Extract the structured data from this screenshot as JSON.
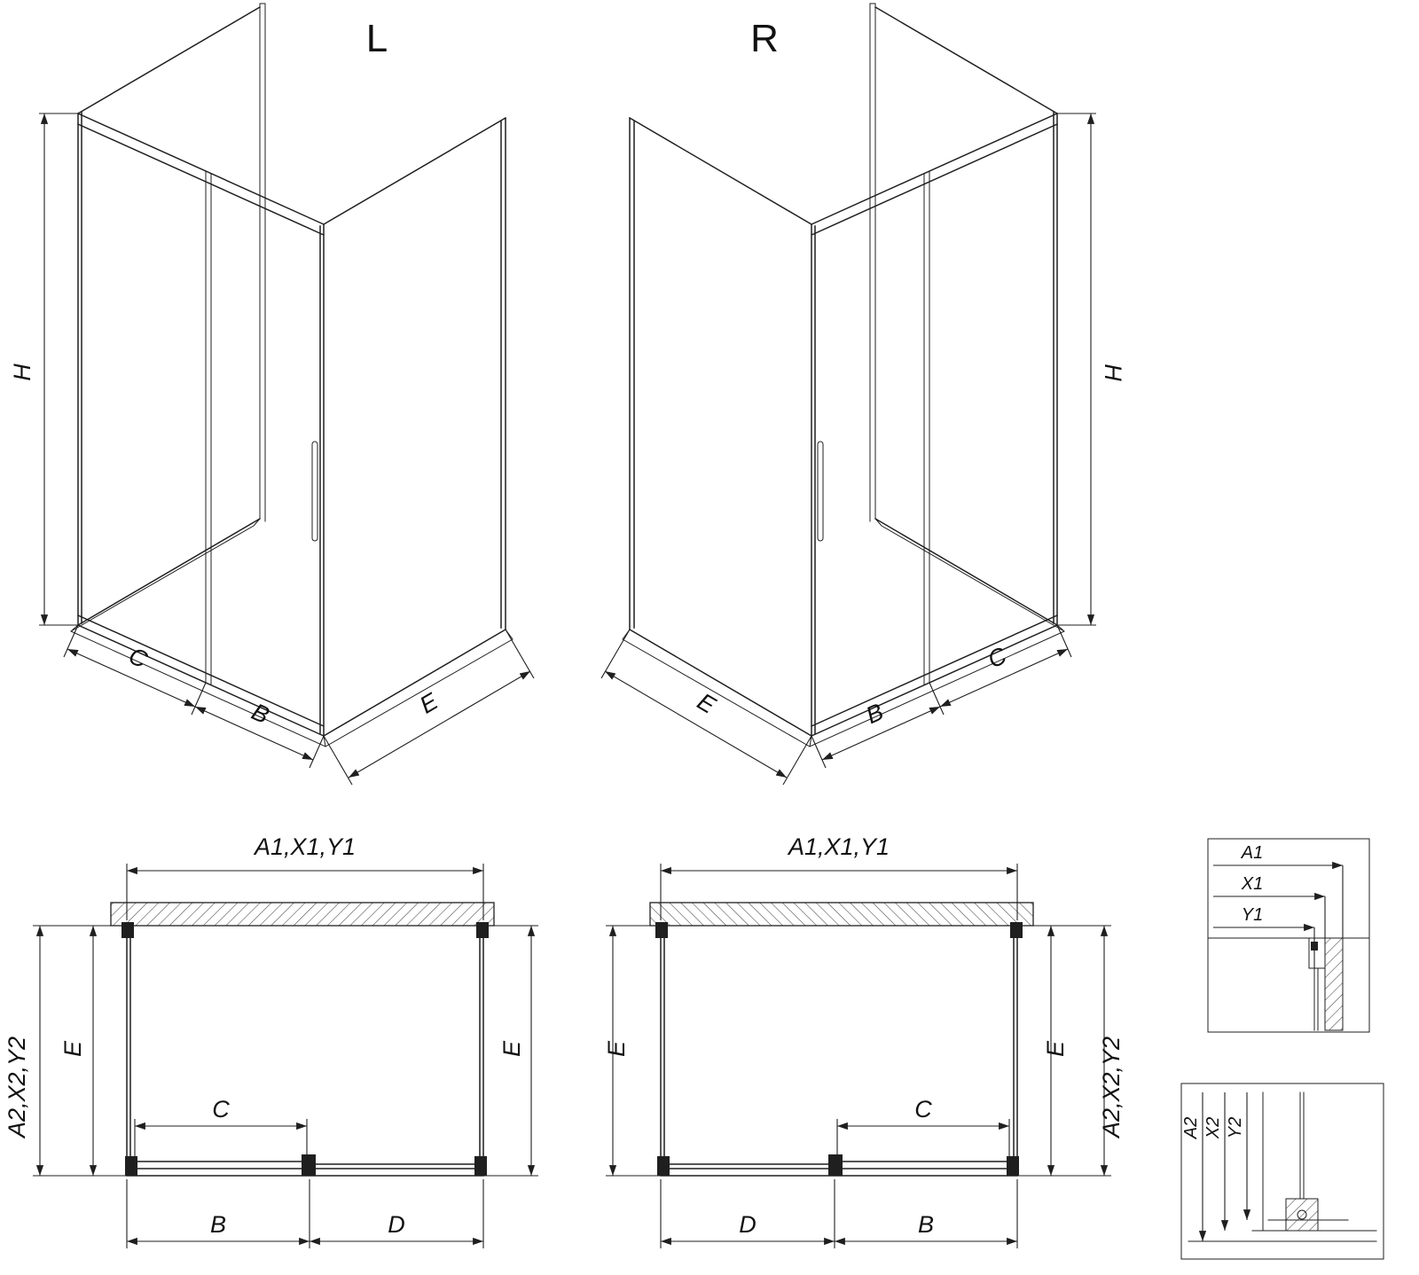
{
  "colors": {
    "background": "#ffffff",
    "line": "#1f1f1f",
    "text": "#111111"
  },
  "iso_left": {
    "title": "L",
    "dim_height": "H",
    "dim_fixed_width": "C",
    "dim_door_width": "B",
    "dim_side_width": "E"
  },
  "iso_right": {
    "title": "R",
    "dim_height": "H",
    "dim_fixed_width": "C",
    "dim_door_width": "B",
    "dim_side_width": "E"
  },
  "plan_left": {
    "dim_top": "A1,X1,Y1",
    "dim_left_outer": "A2,X2,Y2",
    "dim_left_side": "E",
    "dim_right_side": "E",
    "dim_opening": "C",
    "dim_bottom_left": "B",
    "dim_bottom_right": "D"
  },
  "plan_right": {
    "dim_top": "A1,X1,Y1",
    "dim_right_outer": "A2,X2,Y2",
    "dim_left_side": "E",
    "dim_right_side": "E",
    "dim_opening": "C",
    "dim_bottom_left": "D",
    "dim_bottom_right": "B"
  },
  "detail_wall_section": {
    "labels": [
      "A1",
      "X1",
      "Y1"
    ]
  },
  "detail_floor_section": {
    "labels": [
      "A2",
      "X2",
      "Y2"
    ]
  }
}
